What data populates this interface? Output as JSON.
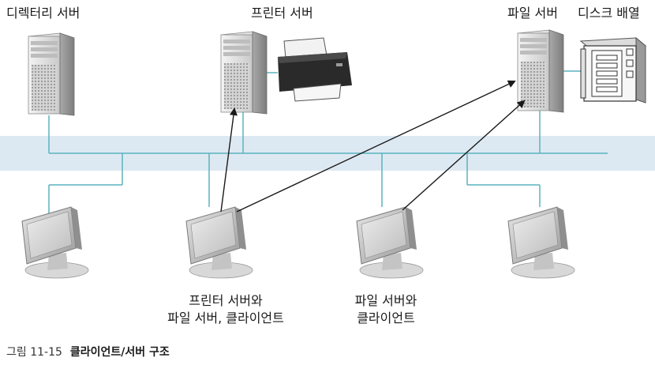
{
  "labels": {
    "directory_server": "디렉터리 서버",
    "printer_server": "프린터 서버",
    "file_server": "파일 서버",
    "disk_array": "디스크 배열",
    "client_printer_file_line1": "프린터 서버와",
    "client_printer_file_line2": "파일 서버, 클라이언트",
    "client_file_line1": "파일 서버와",
    "client_file_line2": "클라이언트"
  },
  "caption": {
    "number": "그림 11-15",
    "title": "클라이언트/서버 구조"
  },
  "colors": {
    "network_band": "#dde9f2",
    "network_line": "#5ab3bf",
    "arrow": "#1a1a1a"
  }
}
